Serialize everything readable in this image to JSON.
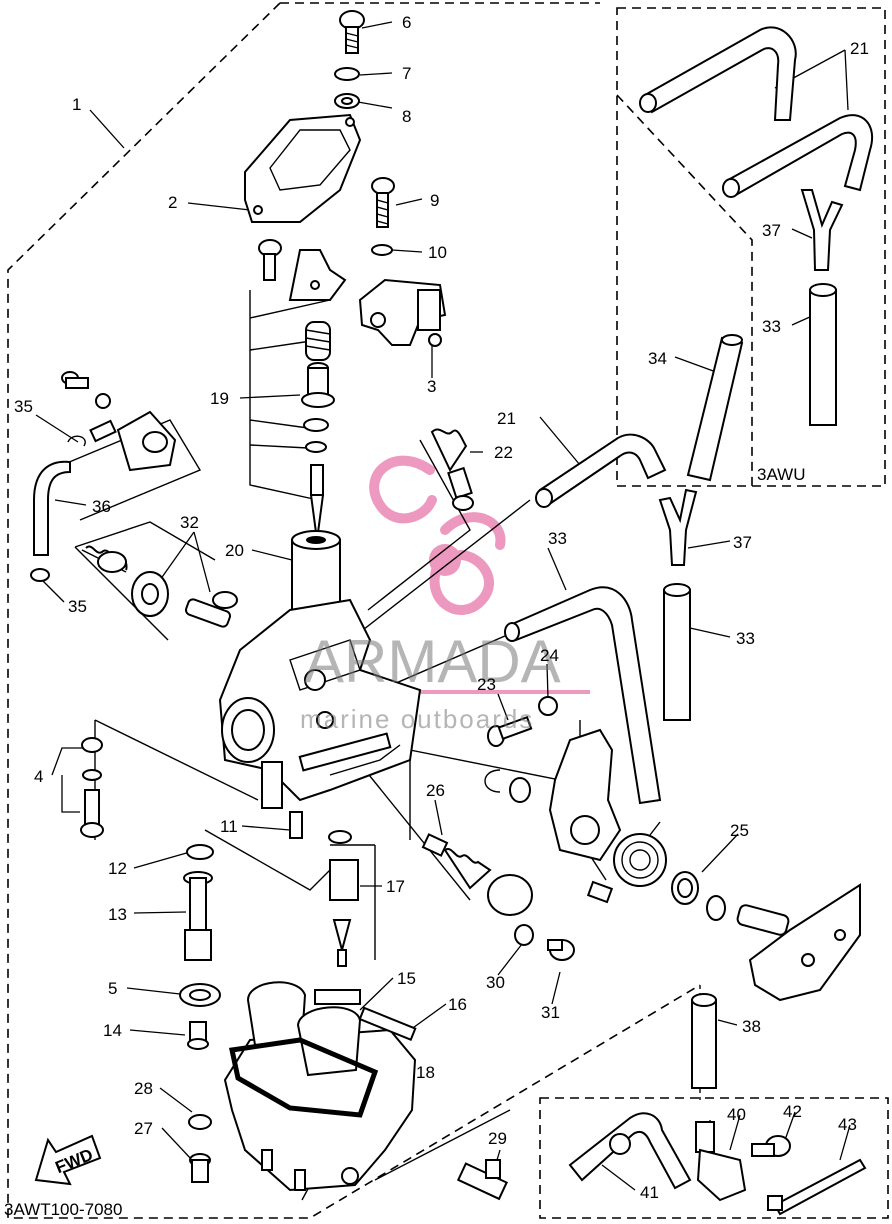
{
  "diagram": {
    "drawing_code": "3AWT100-7080",
    "fwd_label": "FWD",
    "box_labels": {
      "top_right": "3AWU"
    },
    "callouts": [
      {
        "id": "c1",
        "text": "1"
      },
      {
        "id": "c2",
        "text": "2"
      },
      {
        "id": "c3",
        "text": "3"
      },
      {
        "id": "c4",
        "text": "4"
      },
      {
        "id": "c5",
        "text": "5"
      },
      {
        "id": "c6",
        "text": "6"
      },
      {
        "id": "c7",
        "text": "7"
      },
      {
        "id": "c8",
        "text": "8"
      },
      {
        "id": "c9",
        "text": "9"
      },
      {
        "id": "c10",
        "text": "10"
      },
      {
        "id": "c11",
        "text": "11"
      },
      {
        "id": "c12",
        "text": "12"
      },
      {
        "id": "c13",
        "text": "13"
      },
      {
        "id": "c14",
        "text": "14"
      },
      {
        "id": "c15",
        "text": "15"
      },
      {
        "id": "c16",
        "text": "16"
      },
      {
        "id": "c17",
        "text": "17"
      },
      {
        "id": "c18",
        "text": "18"
      },
      {
        "id": "c19",
        "text": "19"
      },
      {
        "id": "c20",
        "text": "20"
      },
      {
        "id": "c21a",
        "text": "21"
      },
      {
        "id": "c21b",
        "text": "21"
      },
      {
        "id": "c22",
        "text": "22"
      },
      {
        "id": "c23",
        "text": "23"
      },
      {
        "id": "c24",
        "text": "24"
      },
      {
        "id": "c25",
        "text": "25"
      },
      {
        "id": "c26",
        "text": "26"
      },
      {
        "id": "c27",
        "text": "27"
      },
      {
        "id": "c28",
        "text": "28"
      },
      {
        "id": "c29",
        "text": "29"
      },
      {
        "id": "c30",
        "text": "30"
      },
      {
        "id": "c31",
        "text": "31"
      },
      {
        "id": "c32",
        "text": "32"
      },
      {
        "id": "c33a",
        "text": "33"
      },
      {
        "id": "c33b",
        "text": "33"
      },
      {
        "id": "c33c",
        "text": "33"
      },
      {
        "id": "c34",
        "text": "34"
      },
      {
        "id": "c35a",
        "text": "35"
      },
      {
        "id": "c35b",
        "text": "35"
      },
      {
        "id": "c36",
        "text": "36"
      },
      {
        "id": "c37a",
        "text": "37"
      },
      {
        "id": "c37b",
        "text": "37"
      },
      {
        "id": "c38",
        "text": "38"
      },
      {
        "id": "c40",
        "text": "40"
      },
      {
        "id": "c41",
        "text": "41"
      },
      {
        "id": "c42",
        "text": "42"
      },
      {
        "id": "c43",
        "text": "43"
      }
    ]
  },
  "watermark": {
    "brand": "ARMADA",
    "tagline": "marine outboards",
    "color": "#e87fb0"
  }
}
